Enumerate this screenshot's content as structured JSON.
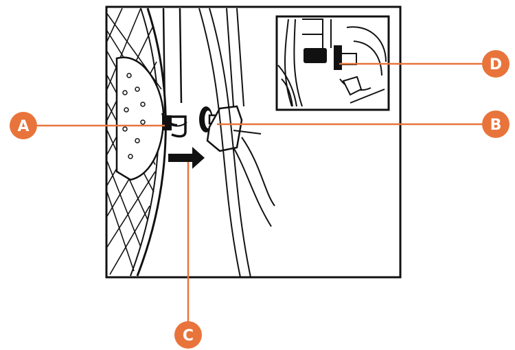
{
  "diagram": {
    "callouts": [
      {
        "id": "a",
        "label": "A"
      },
      {
        "id": "b",
        "label": "B"
      },
      {
        "id": "c",
        "label": "C"
      },
      {
        "id": "d",
        "label": "D"
      }
    ]
  },
  "colors": {
    "accent": "#E8743B",
    "line": "#111111",
    "background": "#FFFFFF",
    "label_text": "#FFFFFF"
  }
}
